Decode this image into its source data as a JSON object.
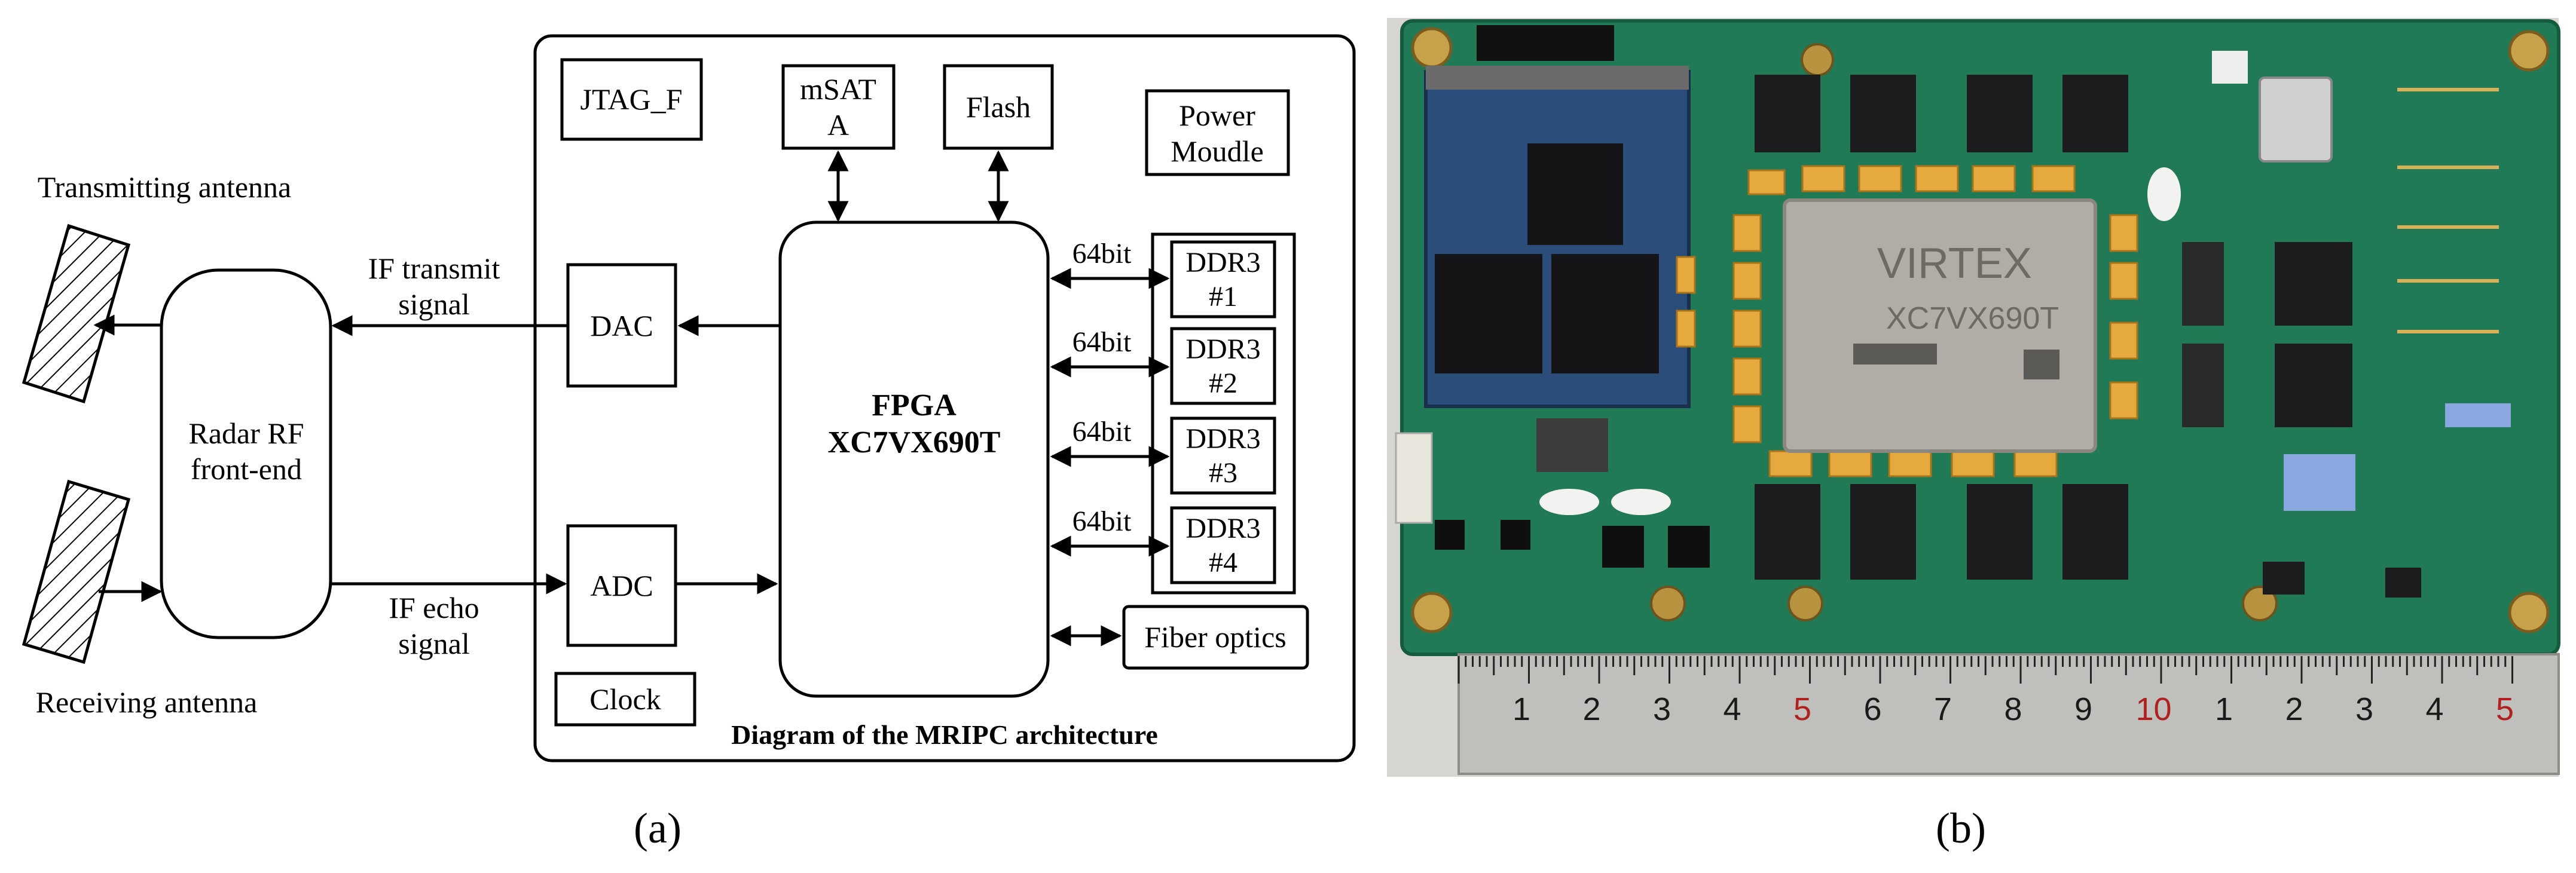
{
  "panel_a": {
    "label": "(a)",
    "transmitting_antenna": "Transmitting antenna",
    "receiving_antenna": "Receiving antenna",
    "radar_rf_line1": "Radar RF",
    "radar_rf_line2": "front-end",
    "if_transmit_line1": "IF transmit",
    "if_transmit_line2": "signal",
    "if_echo_line1": "IF echo",
    "if_echo_line2": "signal",
    "jtag": "JTAG_F",
    "msata_line1": "mSAT",
    "msata_line2": "A",
    "flash": "Flash",
    "power_line1": "Power",
    "power_line2": "Moudle",
    "dac": "DAC",
    "adc": "ADC",
    "clock": "Clock",
    "fpga_line1": "FPGA",
    "fpga_line2": "XC7VX690T",
    "bus_labels": [
      "64bit",
      "64bit",
      "64bit",
      "64bit"
    ],
    "ddr": [
      {
        "line1": "DDR3",
        "line2": "#1"
      },
      {
        "line1": "DDR3",
        "line2": "#2"
      },
      {
        "line1": "DDR3",
        "line2": "#3"
      },
      {
        "line1": "DDR3",
        "line2": "#4"
      }
    ],
    "fiber": "Fiber optics",
    "caption": "Diagram of the MRIPC architecture"
  },
  "panel_b": {
    "label": "(b)",
    "chip_brand": "VIRTEX",
    "chip_part": "XC7VX690T",
    "ruler_numbers": [
      "1",
      "2",
      "3",
      "4",
      "5",
      "6",
      "7",
      "8",
      "9",
      "10",
      "1",
      "2",
      "3",
      "4",
      "5"
    ]
  },
  "colors": {
    "pcb": "#1f7a55",
    "ruler": "#bfc0bc",
    "ruler_red": "#b0201f",
    "capacitor": "#e5a93d",
    "chip": "#1c1c1f"
  }
}
